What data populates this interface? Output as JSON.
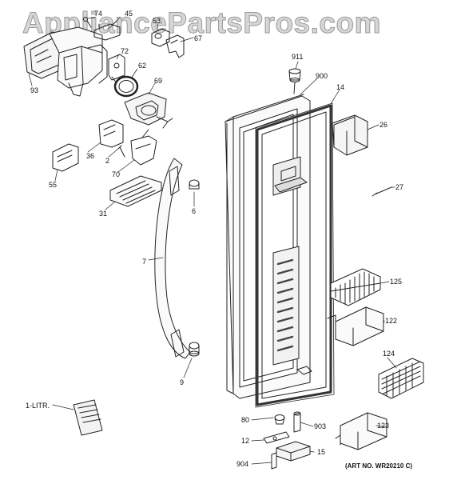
{
  "watermark": "AppliancePartsPros.com",
  "art_number": "(ART NO. WR20210 C)",
  "parts": {
    "p74": "74",
    "p45": "45",
    "p53": "53",
    "p67": "67",
    "p72": "72",
    "p62": "62",
    "p93": "93",
    "p69": "69",
    "p36": "36",
    "p2": "2",
    "p70": "70",
    "p55": "55",
    "p31": "31",
    "p6": "6",
    "p7": "7",
    "p9": "9",
    "p911": "911",
    "p900": "900",
    "p14": "14",
    "p26": "26",
    "p27": "27",
    "p125": "125",
    "p122": "122",
    "p124": "124",
    "p123": "123",
    "p80": "80",
    "p903": "903",
    "p12": "12",
    "p15": "15",
    "p904": "904"
  },
  "manual_label": "1-LITR."
}
